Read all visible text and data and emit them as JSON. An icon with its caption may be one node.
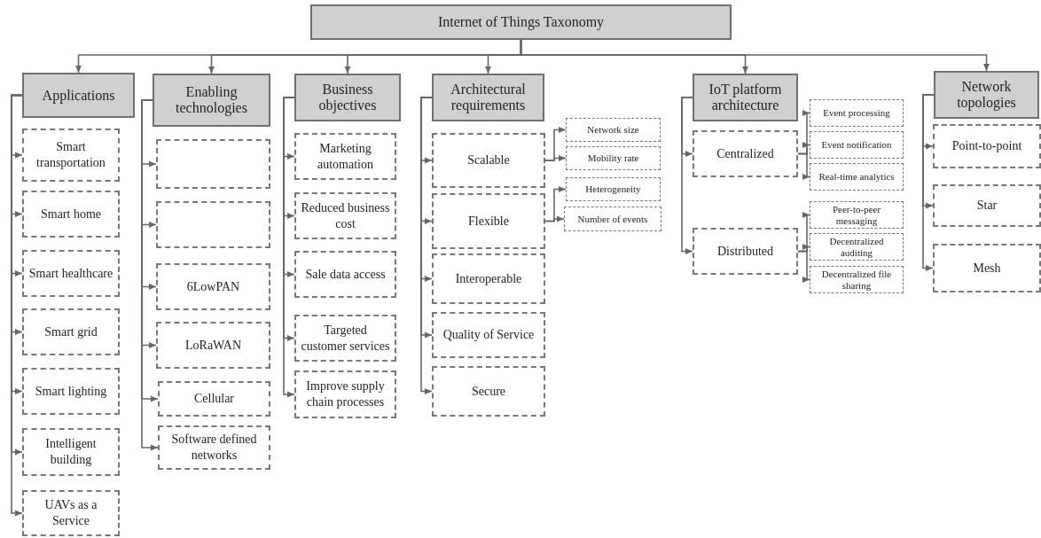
{
  "diagram": {
    "nodes": [
      {
        "text": [
          "Internet of Things Taxonomy"
        ]
      },
      {
        "text": [
          "Applications"
        ]
      },
      {
        "text": [
          "Smart transportation"
        ]
      },
      {
        "text": [
          "Smart home"
        ]
      },
      {
        "text": [
          "Smart healthcare"
        ]
      },
      {
        "text": [
          "Smart grid"
        ]
      },
      {
        "text": [
          "Smart lighting"
        ]
      },
      {
        "text": [
          "Intelligent building"
        ]
      },
      {
        "text": [
          "UAVs as a Service"
        ]
      },
      {
        "text": [
          "Enabling technologies"
        ]
      },
      {
        "text": [],
        "shape": "box"
      },
      {
        "text": [],
        "shape": "box"
      },
      {
        "text": [
          "6LowPAN"
        ]
      },
      {
        "text": [
          "LoRaWAN"
        ]
      },
      {
        "text": [
          "Cellular"
        ]
      },
      {
        "text": [
          "Software defined networks"
        ]
      },
      {
        "text": [
          "Business objectives"
        ]
      },
      {
        "text": [
          "Marketing automation"
        ]
      },
      {
        "text": [
          "Reduced business cost"
        ]
      },
      {
        "text": [
          "Sale data access"
        ]
      },
      {
        "text": [
          "Targeted customer services"
        ]
      },
      {
        "text": [
          "Improve supply chain processes"
        ]
      },
      {
        "text": [
          "Architectural requirements"
        ]
      },
      {
        "text": [
          "Scalable"
        ]
      },
      {
        "text": [
          "Flexible"
        ]
      },
      {
        "text": [
          "Interoperable"
        ]
      },
      {
        "text": [
          "Quality of Service"
        ]
      },
      {
        "text": [
          "Secure"
        ]
      },
      {
        "text": [
          "Network size"
        ]
      },
      {
        "text": [
          "Mobility rate"
        ]
      },
      {
        "text": [
          "Heterogeneity"
        ]
      },
      {
        "text": [
          "Number of events"
        ]
      },
      {
        "text": [
          "IoT platform architecture"
        ]
      },
      {
        "text": [
          "Centralized"
        ]
      },
      {
        "text": [
          "Distributed"
        ]
      },
      {
        "text": [
          "Event processing"
        ]
      },
      {
        "text": [
          "Event notification"
        ]
      },
      {
        "text": [
          "Real-time analytics"
        ]
      },
      {
        "text": [
          "Peer-to-peer messaging"
        ]
      },
      {
        "text": [
          "Decentralized auditing"
        ]
      },
      {
        "text": [
          "Decentralized file sharing"
        ]
      },
      {
        "text": [
          "Network topologies"
        ]
      },
      {
        "text": [
          "Point-to-point"
        ]
      },
      {
        "text": [
          "Star"
        ]
      },
      {
        "text": [
          "Mesh"
        ]
      }
    ],
    "edges": [
      {
        "from": 0,
        "to": 1,
        "arrow": "to"
      },
      {
        "from": 0,
        "to": 9,
        "arrow": "to"
      },
      {
        "from": 0,
        "to": 16,
        "arrow": "to"
      },
      {
        "from": 0,
        "to": 22,
        "arrow": "to"
      },
      {
        "from": 0,
        "to": 32,
        "arrow": "to"
      },
      {
        "from": 0,
        "to": 41,
        "arrow": "to"
      },
      {
        "from": 1,
        "to": 2,
        "arrow": "to"
      },
      {
        "from": 1,
        "to": 3,
        "arrow": "to"
      },
      {
        "from": 1,
        "to": 4,
        "arrow": "to"
      },
      {
        "from": 1,
        "to": 5,
        "arrow": "to"
      },
      {
        "from": 1,
        "to": 6,
        "arrow": "to"
      },
      {
        "from": 1,
        "to": 7,
        "arrow": "to"
      },
      {
        "from": 1,
        "to": 8,
        "arrow": "to"
      },
      {
        "from": 9,
        "to": 10,
        "arrow": "to"
      },
      {
        "from": 9,
        "to": 11,
        "arrow": "to"
      },
      {
        "from": 9,
        "to": 12,
        "arrow": "to"
      },
      {
        "from": 9,
        "to": 13,
        "arrow": "to"
      },
      {
        "from": 9,
        "to": 14,
        "arrow": "to"
      },
      {
        "from": 9,
        "to": 15,
        "arrow": "to"
      },
      {
        "from": 16,
        "to": 17,
        "arrow": "to"
      },
      {
        "from": 16,
        "to": 18,
        "arrow": "to"
      },
      {
        "from": 16,
        "to": 19,
        "arrow": "to"
      },
      {
        "from": 16,
        "to": 20,
        "arrow": "to"
      },
      {
        "from": 16,
        "to": 21,
        "arrow": "to"
      },
      {
        "from": 22,
        "to": 23,
        "arrow": "to"
      },
      {
        "from": 22,
        "to": 24,
        "arrow": "to"
      },
      {
        "from": 22,
        "to": 25,
        "arrow": "to"
      },
      {
        "from": 22,
        "to": 26,
        "arrow": "to"
      },
      {
        "from": 22,
        "to": 27,
        "arrow": "to"
      },
      {
        "from": 23,
        "to": 28,
        "arrow": "to"
      },
      {
        "from": 23,
        "to": 29,
        "arrow": "to"
      },
      {
        "from": 24,
        "to": 30,
        "arrow": "to"
      },
      {
        "from": 24,
        "to": 31,
        "arrow": "to"
      },
      {
        "from": 32,
        "to": 33,
        "arrow": "to"
      },
      {
        "from": 32,
        "to": 34,
        "arrow": "to"
      },
      {
        "from": 33,
        "to": 35,
        "arrow": "to"
      },
      {
        "from": 33,
        "to": 36,
        "arrow": "to"
      },
      {
        "from": 33,
        "to": 37,
        "arrow": "to"
      },
      {
        "from": 34,
        "to": 38,
        "arrow": "to"
      },
      {
        "from": 34,
        "to": 39,
        "arrow": "to"
      },
      {
        "from": 34,
        "to": 40,
        "arrow": "to"
      },
      {
        "from": 41,
        "to": 42,
        "arrow": "to"
      },
      {
        "from": 41,
        "to": 43,
        "arrow": "to"
      },
      {
        "from": 41,
        "to": 44,
        "arrow": "to"
      }
    ]
  }
}
